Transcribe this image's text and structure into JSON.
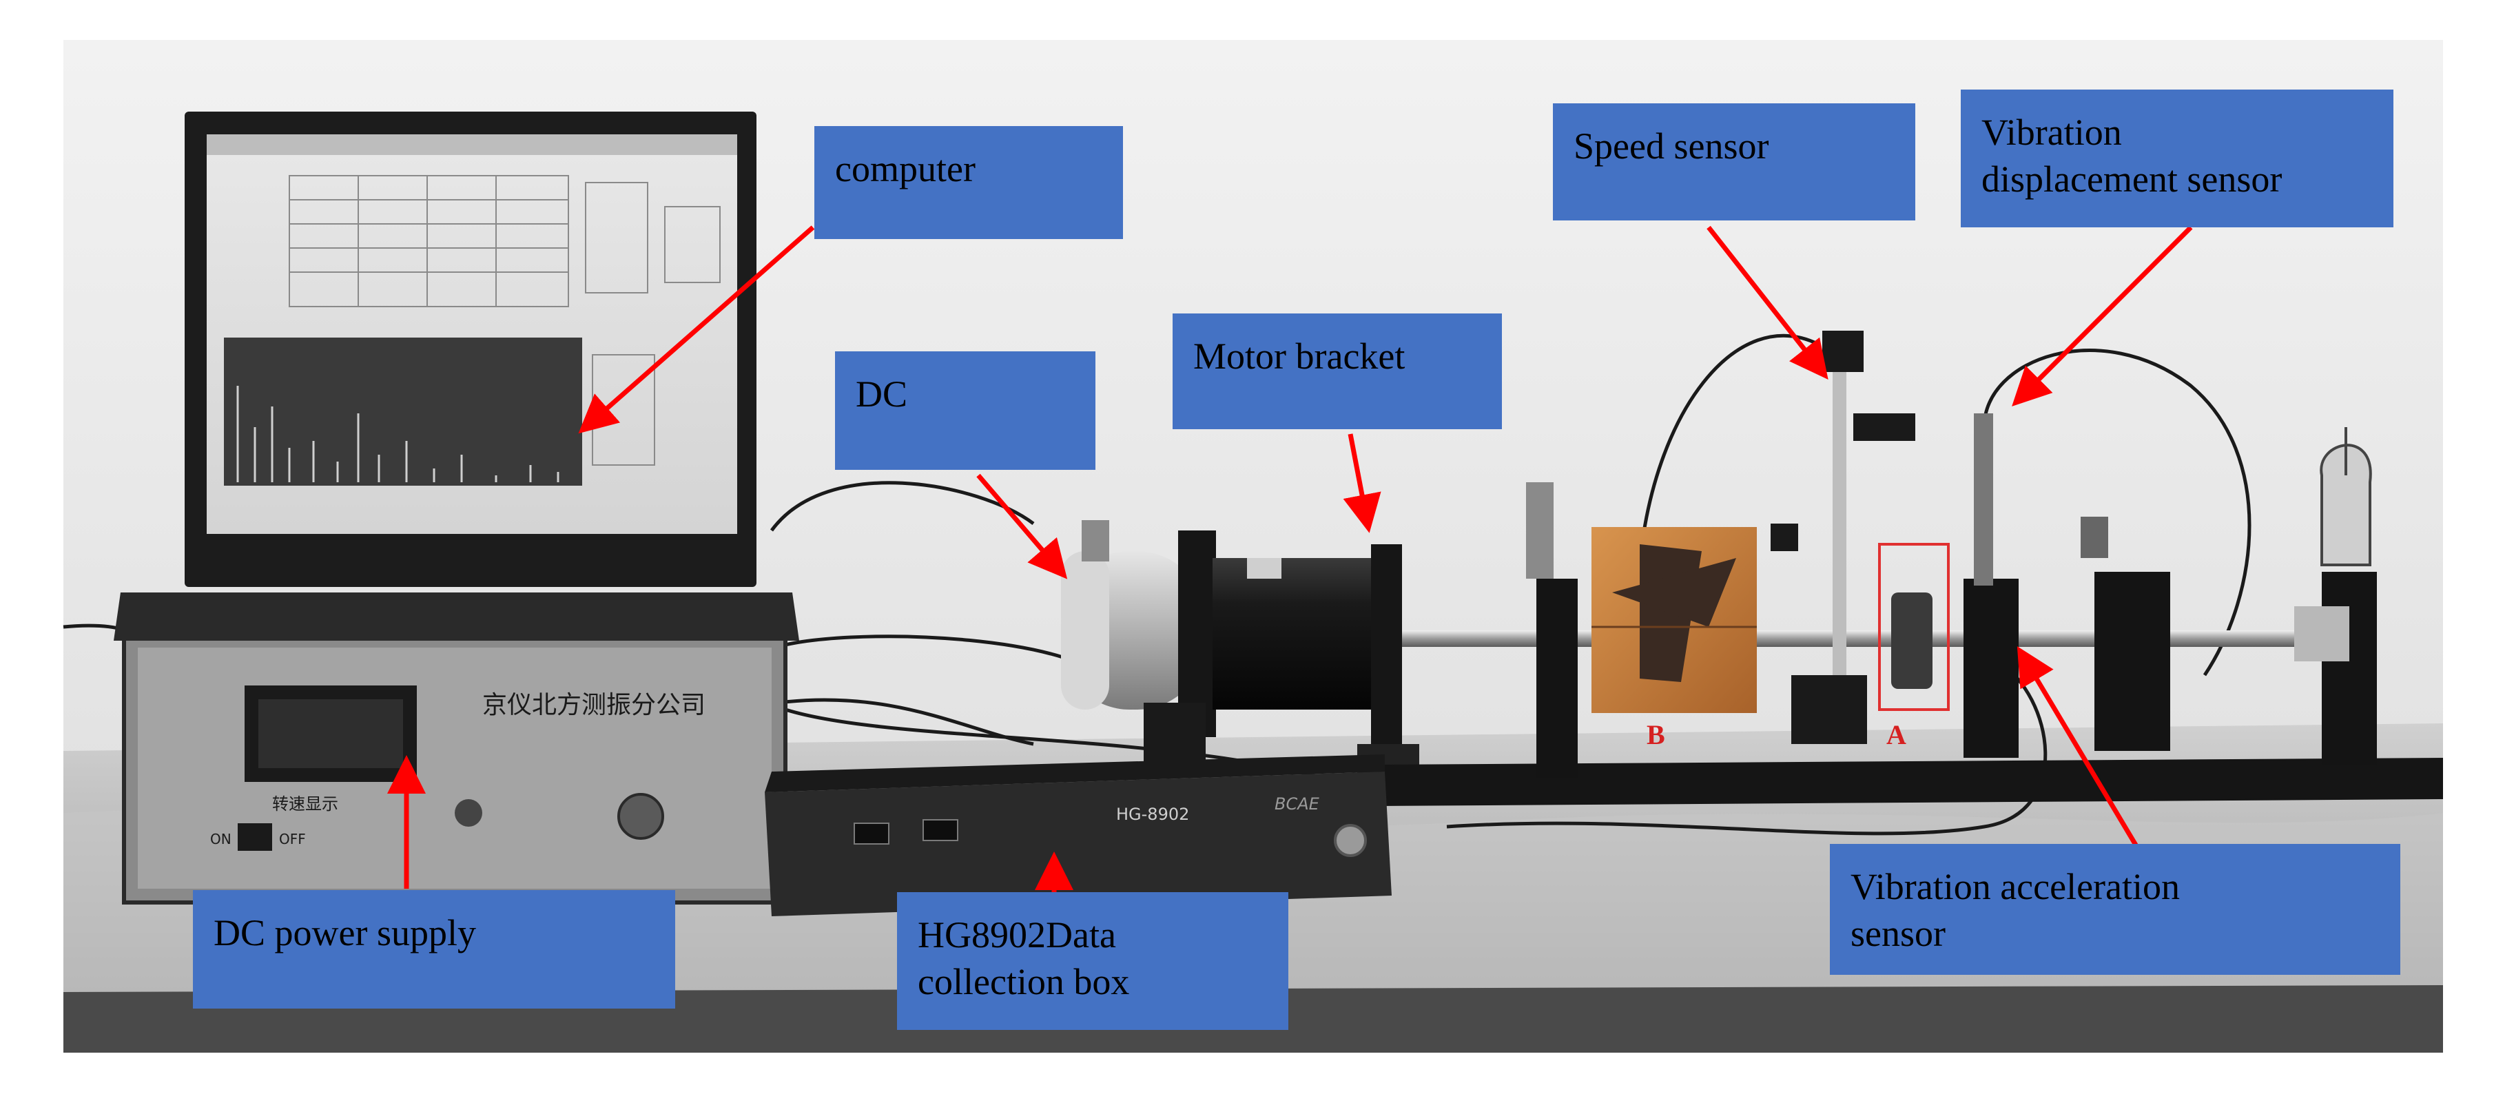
{
  "photo": {
    "description": "Rotor test rig photograph"
  },
  "panel_text": {
    "brand_text": "京仪北方测振分公司",
    "display_label": "转速显示",
    "switch_on": "ON",
    "switch_off": "OFF",
    "box_model": "HG-8902",
    "box_brand": "BCAE"
  },
  "callouts": {
    "computer": "computer",
    "dc": "DC",
    "motor_bracket": "Motor bracket",
    "speed_sensor": "Speed sensor",
    "vib_disp_line1": "Vibration",
    "vib_disp_line2": "displacement sensor",
    "dc_power": "DC power supply",
    "hg_line1": "HG8902Data",
    "hg_line2": "collection box",
    "vib_acc_line1": "Vibration acceleration",
    "vib_acc_line2": "sensor"
  },
  "part_labels": {
    "a": "A",
    "b": "B"
  },
  "colors": {
    "callout_fill": "#4472c4",
    "arrow": "#ff0000",
    "part_label": "#d62020"
  }
}
